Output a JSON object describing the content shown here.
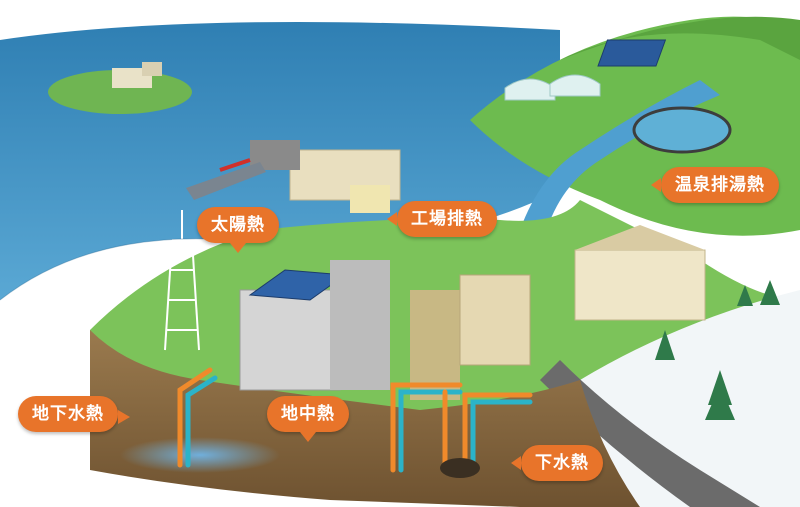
{
  "labels": {
    "solar": "太陽熱",
    "factory": "工場排熱",
    "hot_spring": "温泉排湯熱",
    "groundwater": "地下水熱",
    "geothermal": "地中熱",
    "sewage": "下水熱"
  },
  "colors": {
    "callout": "#e8742a",
    "sea": "#3f8fc2",
    "grass": "#7cc35a",
    "soil": "#8b6a3e",
    "snow": "#f2f6f8",
    "pipe_warm": "#f08a2b",
    "pipe_cool": "#2bb3c9"
  },
  "icons": [
    "solar-panel-icon",
    "wind-turbine-icon",
    "tower-icon",
    "evergreen-tree-icon",
    "house-icon",
    "greenhouse-icon",
    "ship-icon"
  ]
}
